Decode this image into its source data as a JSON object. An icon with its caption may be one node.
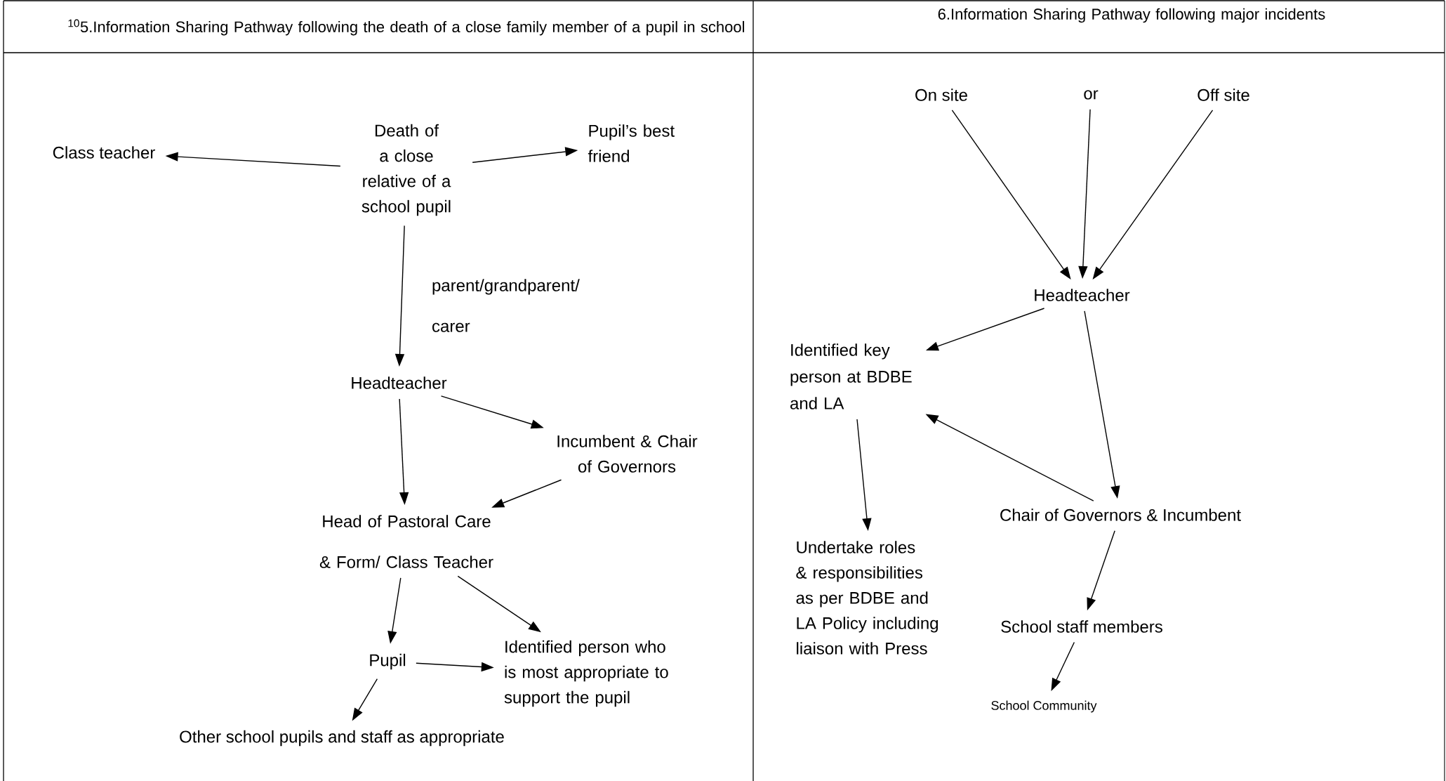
{
  "diagram": {
    "nodes": [
      {
        "text": [
          "Death of a close relative of a school pupil"
        ]
      },
      {
        "text": [
          "Class teacher"
        ]
      },
      {
        "text": [
          "Pupil’s best friend"
        ]
      },
      {
        "text": [
          "Headteacher"
        ]
      },
      {
        "text": [
          "Incumbent & Chair of Governors"
        ]
      },
      {
        "text": [
          "Head of Pastoral Care & Form/ Class Teacher"
        ]
      },
      {
        "text": [
          "Pupil"
        ]
      },
      {
        "text": [
          "Identified person who is most appropriate to support the pupil"
        ]
      },
      {
        "text": [
          "Other school pupils and staff as appropriate"
        ]
      },
      {
        "text": [
          "On site"
        ]
      },
      {
        "text": [
          "or"
        ]
      },
      {
        "text": [
          "Off site"
        ]
      },
      {
        "text": [
          "Headteacher"
        ]
      },
      {
        "text": [
          "Identified key person at BDBE and LA"
        ]
      },
      {
        "text": [
          "Chair of Governors & Incumbent"
        ]
      },
      {
        "text": [
          "Undertake roles & responsibilities as per BDBE and LA Policy including liaison with Press"
        ]
      },
      {
        "text": [
          "School staff members"
        ]
      },
      {
        "text": [
          "School Community"
        ]
      }
    ],
    "edges": [
      {
        "from": 0,
        "to": 1,
        "arrow": "to"
      },
      {
        "from": 0,
        "to": 2,
        "arrow": "to"
      },
      {
        "from": 0,
        "to": 3,
        "arrow": "to",
        "label": "parent/grandparent/ carer"
      },
      {
        "from": 3,
        "to": 5,
        "arrow": "to"
      },
      {
        "from": 3,
        "to": 4,
        "arrow": "to"
      },
      {
        "from": 4,
        "to": 5,
        "arrow": "to"
      },
      {
        "from": 5,
        "to": 6,
        "arrow": "to"
      },
      {
        "from": 5,
        "to": 7,
        "arrow": "to"
      },
      {
        "from": 6,
        "to": 7,
        "arrow": "to"
      },
      {
        "from": 6,
        "to": 8,
        "arrow": "to"
      },
      {
        "from": 9,
        "to": 12,
        "arrow": "to"
      },
      {
        "from": 10,
        "to": 12,
        "arrow": "to"
      },
      {
        "from": 11,
        "to": 12,
        "arrow": "to"
      },
      {
        "from": 12,
        "to": 13,
        "arrow": "to"
      },
      {
        "from": 12,
        "to": 14,
        "arrow": "to"
      },
      {
        "from": 14,
        "to": 13,
        "arrow": "to"
      },
      {
        "from": 13,
        "to": 15,
        "arrow": "to"
      },
      {
        "from": 14,
        "to": 16,
        "arrow": "to"
      },
      {
        "from": 16,
        "to": 17,
        "arrow": "to"
      }
    ],
    "labels": [
      "$^{10}$5.Information Sharing Pathway following the death of a close family member of a pupil in school",
      "6.Information Sharing Pathway following major incidents"
    ]
  }
}
